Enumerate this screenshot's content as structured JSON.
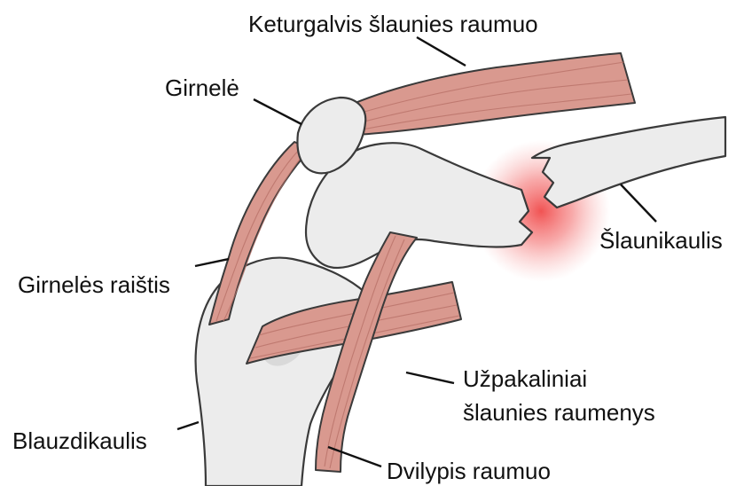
{
  "labels": {
    "quadriceps": "Keturgalvis šlaunies raumuo",
    "patella": "Girnelė",
    "femur": "Šlaunikaulis",
    "patellar_ligament": "Girnelės raištis",
    "hamstrings_line1": "Užpakaliniai",
    "hamstrings_line2": "šlaunies raumenys",
    "tibia": "Blauzdikaulis",
    "biceps": "Dvilypis raumuo"
  },
  "colors": {
    "bone": "#ececec",
    "muscle": "#d9998f",
    "fracture_glow": "#f26a6a",
    "outline": "#3a3a3a"
  }
}
